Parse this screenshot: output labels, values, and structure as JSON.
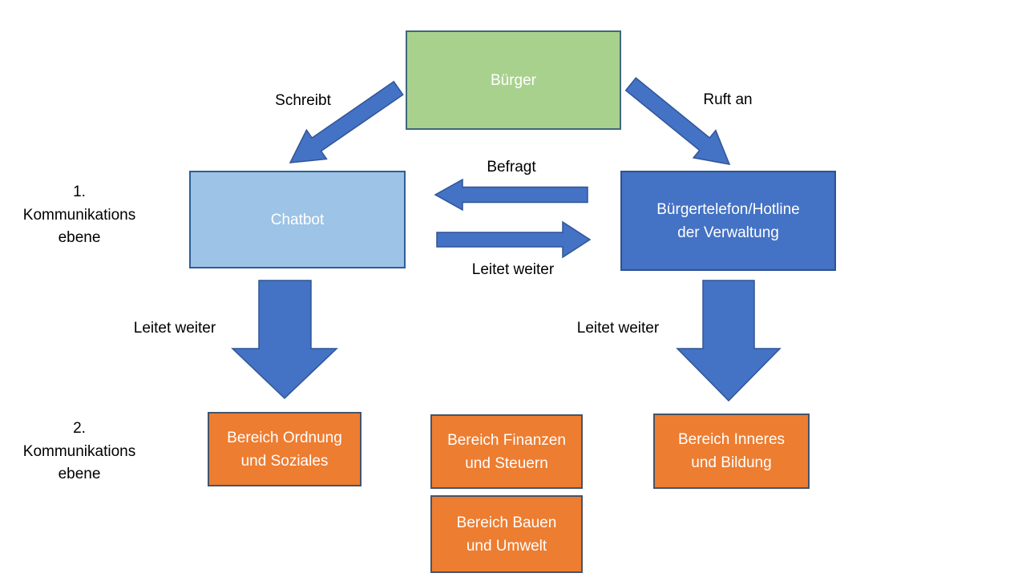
{
  "nodes": {
    "buerger": {
      "label": "Bürger",
      "fill": "#a9d18e",
      "border": "#40687b"
    },
    "chatbot": {
      "label": "Chatbot",
      "fill": "#9dc3e6",
      "border": "#2e5e97"
    },
    "hotline": {
      "label": "Bürgertelefon/Hotline\nder Verwaltung",
      "fill": "#4472c4",
      "border": "#2f528f"
    },
    "ordnung": {
      "label": "Bereich Ordnung\nund Soziales",
      "fill": "#ed7d31",
      "border": "#44546a"
    },
    "finanzen": {
      "label": "Bereich Finanzen\nund Steuern",
      "fill": "#ed7d31",
      "border": "#44546a"
    },
    "bauen": {
      "label": "Bereich Bauen\nund Umwelt",
      "fill": "#ed7d31",
      "border": "#44546a"
    },
    "inneres": {
      "label": "Bereich Inneres\nund Bildung",
      "fill": "#ed7d31",
      "border": "#44546a"
    }
  },
  "edge_labels": {
    "schreibt": "Schreibt",
    "ruft_an": "Ruft an",
    "befragt": "Befragt",
    "leitet_weiter_mitte": "Leitet weiter",
    "leitet_weiter_links": "Leitet weiter",
    "leitet_weiter_rechts": "Leitet weiter"
  },
  "level_labels": {
    "level1": "1.\nKommunikations\nebene",
    "level2": "2.\nKommunikations\nebene"
  },
  "colors": {
    "background": "#ffffff",
    "arrow_fill": "#4472c4",
    "arrow_stroke": "#2f5597",
    "text": "#000000",
    "box_text": "#ffffff"
  }
}
